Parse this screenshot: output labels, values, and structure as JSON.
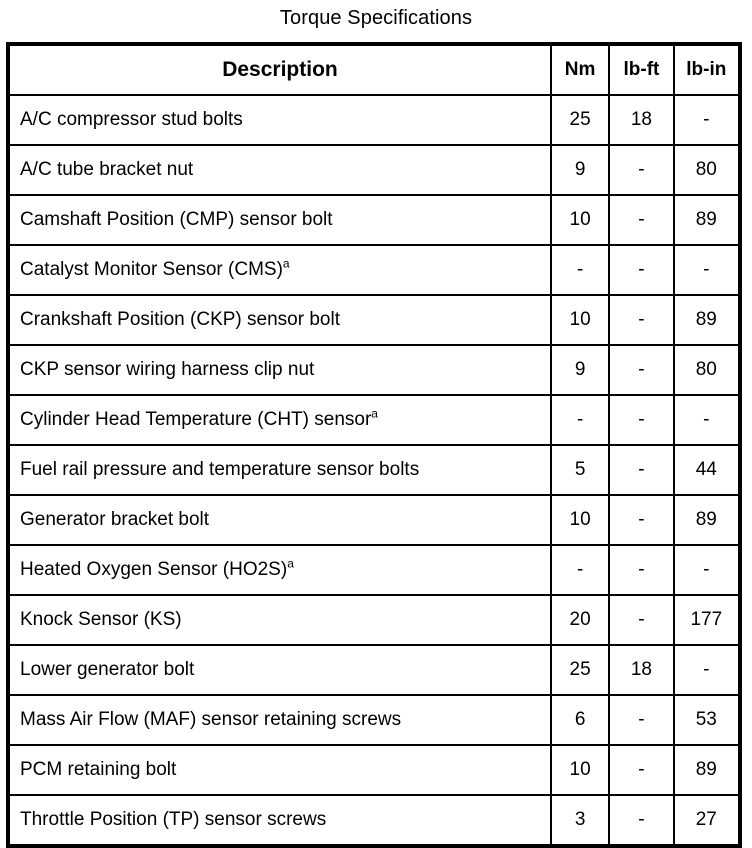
{
  "title": "Torque Specifications",
  "table": {
    "columns": [
      {
        "key": "description",
        "label": "Description",
        "align": "left"
      },
      {
        "key": "nm",
        "label": "Nm",
        "align": "center"
      },
      {
        "key": "lbft",
        "label": "lb-ft",
        "align": "center"
      },
      {
        "key": "lbin",
        "label": "lb-in",
        "align": "center"
      }
    ],
    "footnote_marker": "a",
    "empty_value": "-",
    "rows": [
      {
        "description": "A/C compressor stud bolts",
        "footnote": false,
        "nm": "25",
        "lbft": "18",
        "lbin": "-"
      },
      {
        "description": "A/C tube bracket nut",
        "footnote": false,
        "nm": "9",
        "lbft": "-",
        "lbin": "80"
      },
      {
        "description": "Camshaft Position (CMP) sensor bolt",
        "footnote": false,
        "nm": "10",
        "lbft": "-",
        "lbin": "89"
      },
      {
        "description": "Catalyst Monitor Sensor (CMS)",
        "footnote": true,
        "nm": "-",
        "lbft": "-",
        "lbin": "-"
      },
      {
        "description": "Crankshaft Position (CKP) sensor bolt",
        "footnote": false,
        "nm": "10",
        "lbft": "-",
        "lbin": "89"
      },
      {
        "description": "CKP sensor wiring harness clip nut",
        "footnote": false,
        "nm": "9",
        "lbft": "-",
        "lbin": "80"
      },
      {
        "description": "Cylinder Head Temperature (CHT) sensor",
        "footnote": true,
        "nm": "-",
        "lbft": "-",
        "lbin": "-"
      },
      {
        "description": "Fuel rail pressure and temperature sensor bolts",
        "footnote": false,
        "nm": "5",
        "lbft": "-",
        "lbin": "44"
      },
      {
        "description": "Generator bracket bolt",
        "footnote": false,
        "nm": "10",
        "lbft": "-",
        "lbin": "89"
      },
      {
        "description": "Heated Oxygen Sensor (HO2S)",
        "footnote": true,
        "nm": "-",
        "lbft": "-",
        "lbin": "-"
      },
      {
        "description": "Knock Sensor (KS)",
        "footnote": false,
        "nm": "20",
        "lbft": "-",
        "lbin": "177"
      },
      {
        "description": "Lower generator bolt",
        "footnote": false,
        "nm": "25",
        "lbft": "18",
        "lbin": "-"
      },
      {
        "description": "Mass Air Flow (MAF) sensor retaining screws",
        "footnote": false,
        "nm": "6",
        "lbft": "-",
        "lbin": "53"
      },
      {
        "description": "PCM retaining bolt",
        "footnote": false,
        "nm": "10",
        "lbft": "-",
        "lbin": "89"
      },
      {
        "description": "Throttle Position (TP) sensor screws",
        "footnote": false,
        "nm": "3",
        "lbft": "-",
        "lbin": "27"
      }
    ]
  },
  "colors": {
    "text": "#000000",
    "background": "#ffffff",
    "border": "#000000"
  }
}
